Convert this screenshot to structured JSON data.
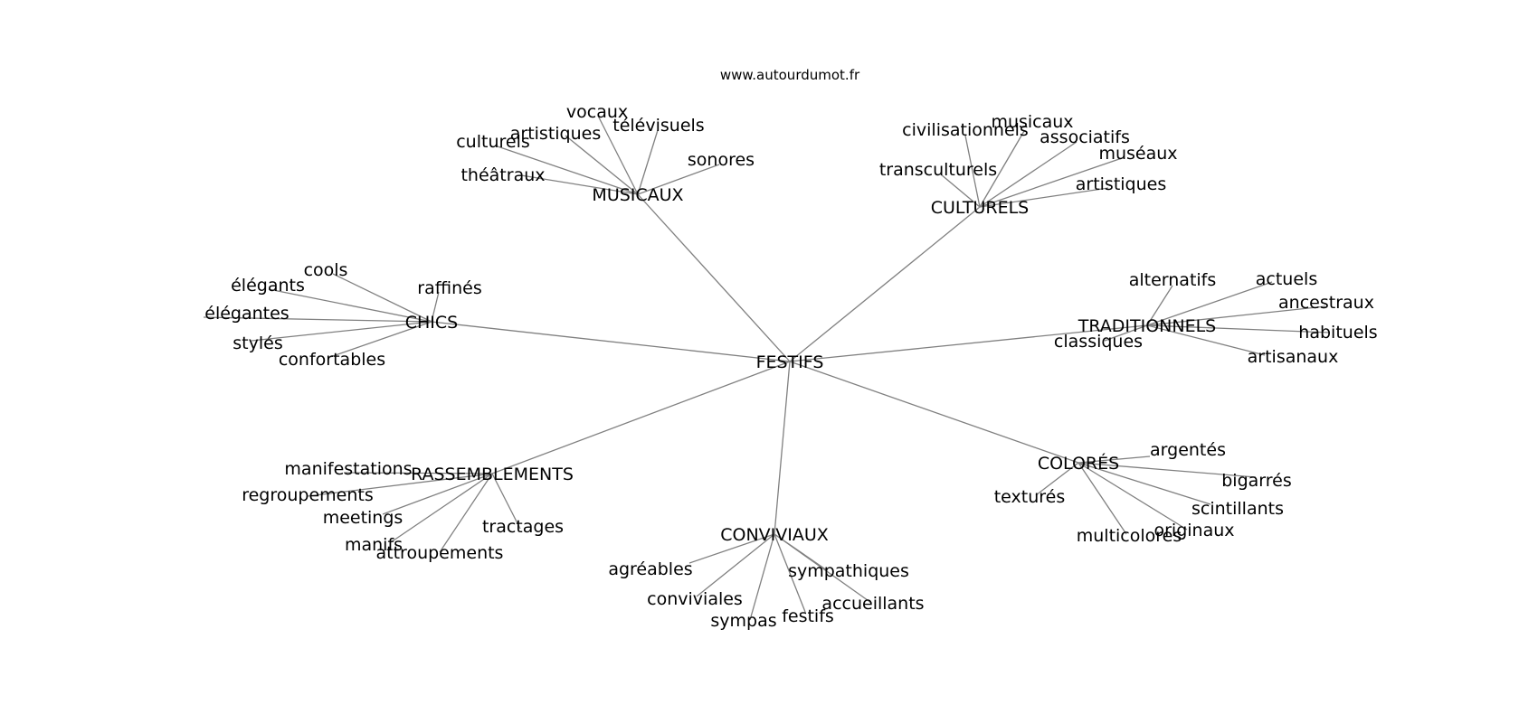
{
  "source": "www.autourdumot.fr",
  "center": "FESTIFS",
  "clusters": [
    {
      "label": "MUSICAUX",
      "words": [
        "vocaux",
        "artistiques",
        "télévisuels",
        "culturels",
        "sonores",
        "théâtraux"
      ]
    },
    {
      "label": "CULTURELS",
      "words": [
        "civilisationnels",
        "musicaux",
        "associatifs",
        "muséaux",
        "transculturels",
        "artistiques"
      ]
    },
    {
      "label": "CHICS",
      "words": [
        "cools",
        "élégants",
        "raffinés",
        "élégantes",
        "stylés",
        "confortables"
      ]
    },
    {
      "label": "TRADITIONNELS",
      "words": [
        "alternatifs",
        "actuels",
        "ancestraux",
        "classiques",
        "habituels",
        "artisanaux"
      ]
    },
    {
      "label": "RASSEMBLEMENTS",
      "words": [
        "manifestations",
        "regroupements",
        "meetings",
        "tractages",
        "manifs",
        "attroupements"
      ]
    },
    {
      "label": "COLORÉS",
      "words": [
        "argentés",
        "bigarrés",
        "texturés",
        "scintillants",
        "originaux",
        "multicolores"
      ]
    },
    {
      "label": "CONVIVIAUX",
      "words": [
        "agréables",
        "sympathiques",
        "conviviales",
        "accueillants",
        "festifs",
        "sympas"
      ]
    }
  ]
}
